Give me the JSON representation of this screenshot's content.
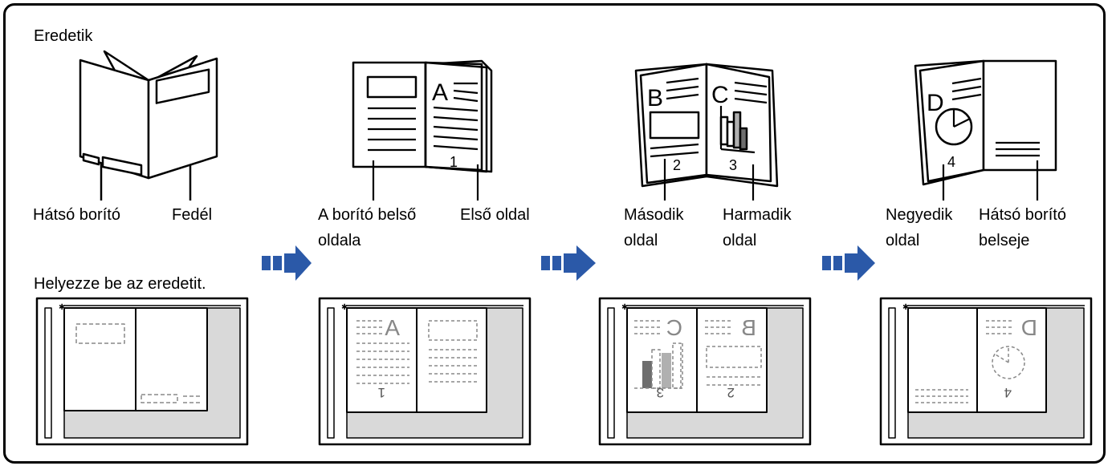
{
  "title": "Eredetik",
  "instruction": "Helyezze be az eredetit.",
  "steps": [
    {
      "label_left": "Hátsó borító",
      "label_right": "Fedél"
    },
    {
      "label_left_1": "A borító belső",
      "label_left_2": "oldala",
      "label_right": "Első oldal",
      "page_letter": "A",
      "page_number": "1"
    },
    {
      "label_left_1": "Második",
      "label_left_2": "oldal",
      "label_right_1": "Harmadik",
      "label_right_2": "oldal",
      "left_letter": "B",
      "left_number": "2",
      "right_letter": "C",
      "right_number": "3"
    },
    {
      "label_left_1": "Negyedik",
      "label_left_2": "oldal",
      "label_right_1": "Hátsó borító",
      "label_right_2": "belseje",
      "page_letter": "D",
      "page_number": "4"
    }
  ],
  "icons": [
    "booklet-cover-icon",
    "booklet-page-1-icon",
    "booklet-pages-2-3-icon",
    "booklet-page-4-icon",
    "next-step-arrow-icon",
    "scanner-glass-icon"
  ],
  "colors": {
    "arrow": "#2b59a8",
    "glass": "#d9d9d9",
    "dashes": "#888888",
    "bar_dark": "#6e6e6e",
    "bar_light": "#b0b0b0"
  }
}
